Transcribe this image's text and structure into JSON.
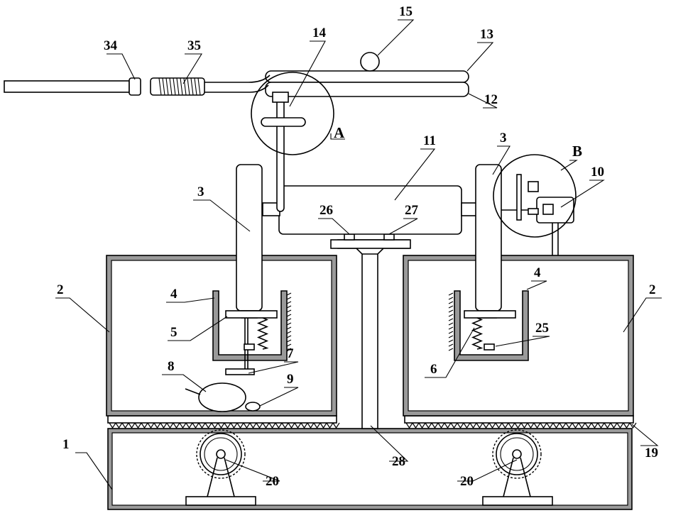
{
  "labels": {
    "l1": "1",
    "l2_left": "2",
    "l2_right": "2",
    "l3_left": "3",
    "l3_right": "3",
    "l4_left": "4",
    "l4_right": "4",
    "l5": "5",
    "l6": "6",
    "l7": "7",
    "l8": "8",
    "l9": "9",
    "l10": "10",
    "l11": "11",
    "l12": "12",
    "l13": "13",
    "l14": "14",
    "l15": "15",
    "l19": "19",
    "l20_left": "20",
    "l20_right": "20",
    "l25": "25",
    "l26": "26",
    "l27": "27",
    "l28": "28",
    "l34": "34",
    "l35": "35",
    "detail_a": "A",
    "detail_b": "B"
  }
}
